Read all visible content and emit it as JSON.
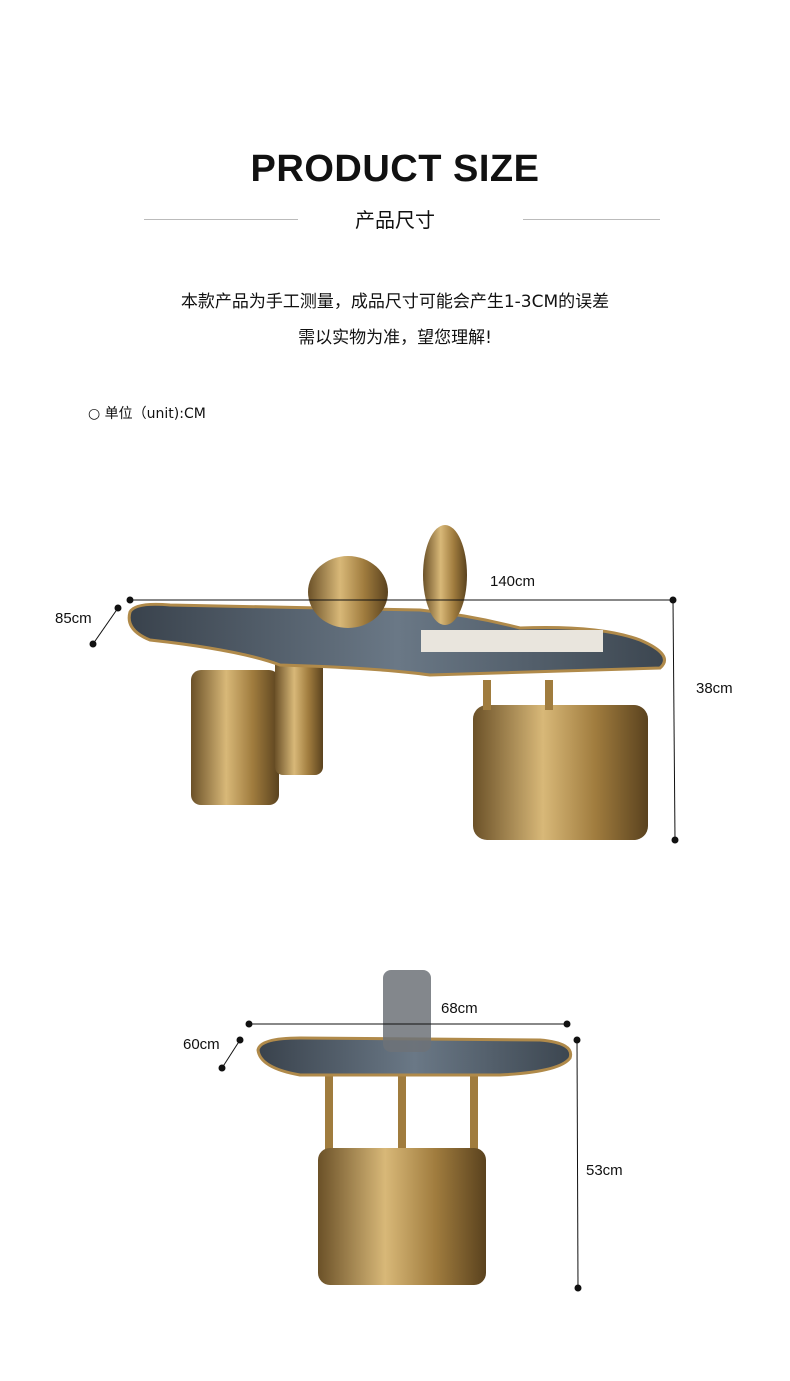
{
  "header": {
    "title": "PRODUCT SIZE",
    "subtitle": "产品尺寸"
  },
  "note": {
    "line1": "本款产品为手工测量，成品尺寸可能会产生1-3CM的误差",
    "line2": "需以实物为准，望您理解!"
  },
  "unit": {
    "icon": "circle-icon",
    "label": "○ 单位（unit):CM"
  },
  "large_table": {
    "width": "140cm",
    "depth": "85cm",
    "height": "38cm"
  },
  "small_table": {
    "width": "68cm",
    "depth": "60cm",
    "height": "53cm"
  },
  "colors": {
    "gold": "#b08a4a",
    "marble": "#4a5866"
  }
}
